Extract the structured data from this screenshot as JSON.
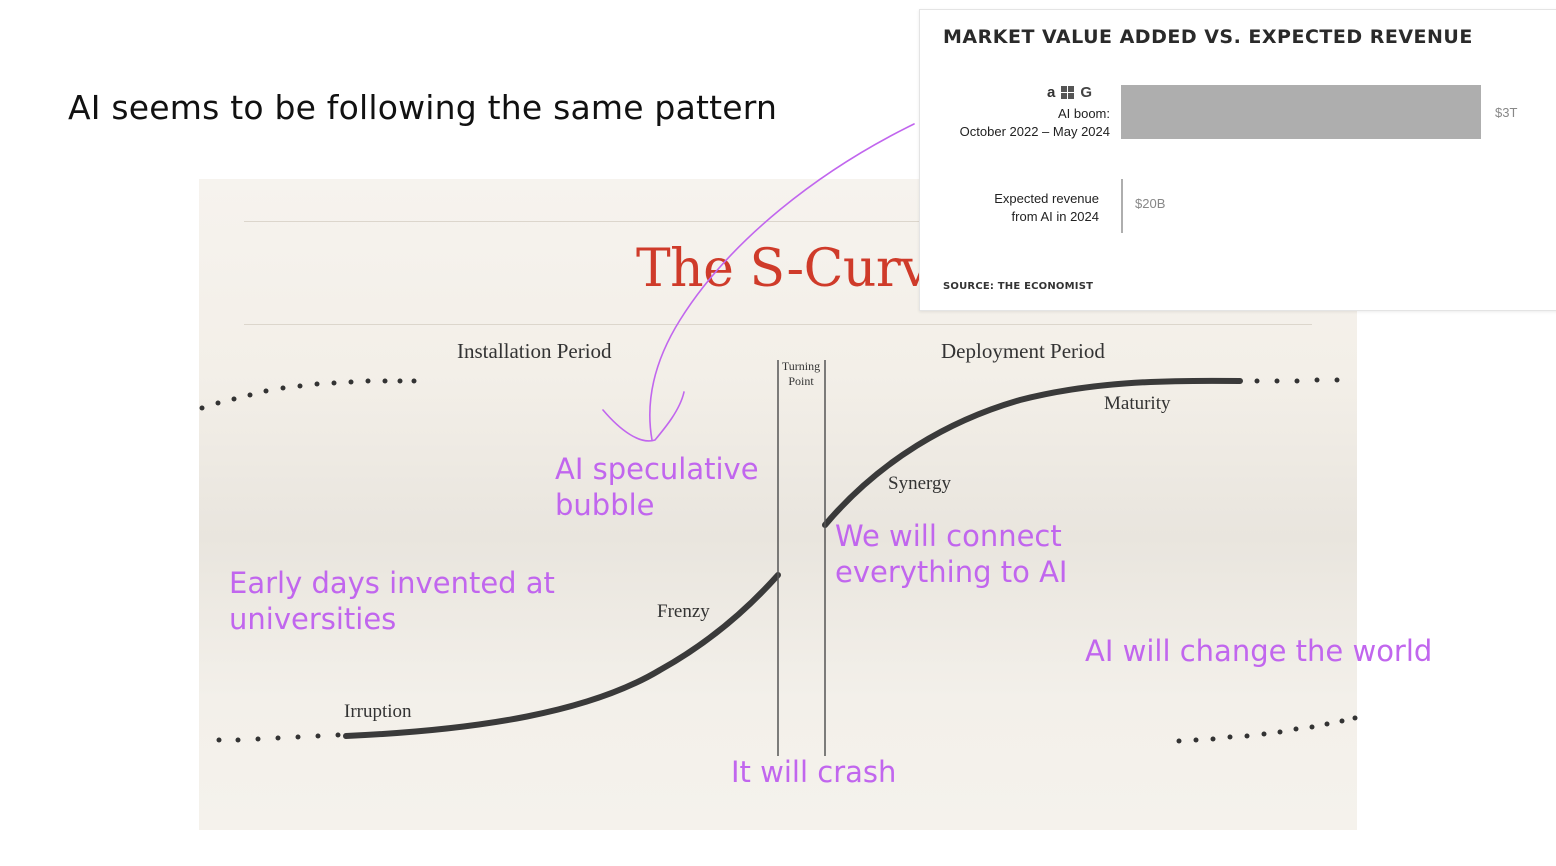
{
  "headline": "AI seems to be following the same pattern",
  "slide": {
    "title": "The S-Curve",
    "installation_period": "Installation Period",
    "deployment_period": "Deployment Period",
    "turning_point": [
      "Turning",
      "Point"
    ],
    "stages": {
      "irruption": "Irruption",
      "frenzy": "Frenzy",
      "synergy": "Synergy",
      "maturity": "Maturity"
    }
  },
  "annotations": {
    "bubble": [
      "AI speculative",
      "bubble"
    ],
    "early": [
      "Early days invented at",
      "universities"
    ],
    "connect": [
      "We will connect",
      "everything to AI"
    ],
    "change": "AI will change the world",
    "crash": "It will crash"
  },
  "chart_data": {
    "type": "bar",
    "title": "MARKET VALUE ADDED VS. EXPECTED REVENUE",
    "categories": [
      "AI boom: October 2022 – May 2024",
      "Expected revenue from AI in 2024"
    ],
    "values": [
      3000,
      20
    ],
    "units": "billions USD",
    "value_labels": [
      "$3T",
      "$20B"
    ],
    "source": "SOURCE: THE ECONOMIST",
    "orientation": "horizontal",
    "bar_color": "#aeaeae"
  },
  "chart_labels": {
    "row1": [
      "AI boom:",
      "October 2022 – May 2024"
    ],
    "row2": [
      "Expected revenue",
      "from AI in 2024"
    ],
    "logos": [
      "amazon-logo",
      "microsoft-logo",
      "google-logo"
    ]
  },
  "colors": {
    "annotation": "#c166ee",
    "title_red": "#cf3b2a",
    "curve": "#3a3a3a"
  }
}
